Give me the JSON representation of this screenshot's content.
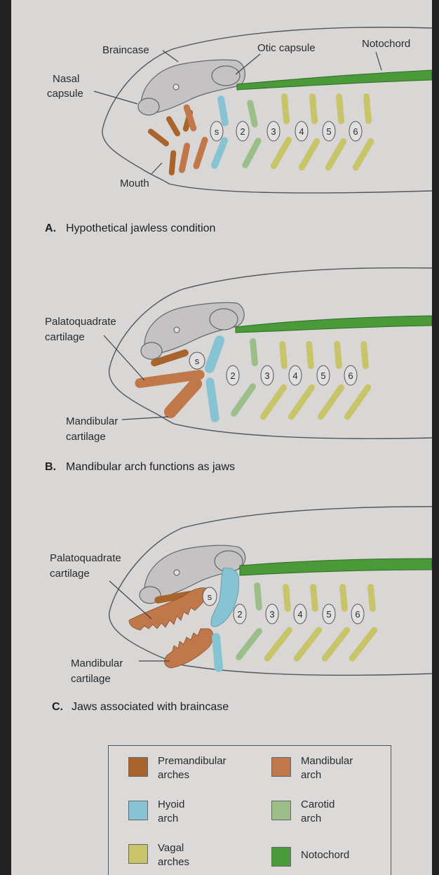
{
  "panels": [
    {
      "letter": "A.",
      "caption": "Hypothetical jawless condition",
      "labels": {
        "braincase": "Braincase",
        "otic": "Otic capsule",
        "notochord": "Notochord",
        "nasal_1": "Nasal",
        "nasal_2": "capsule",
        "mouth": "Mouth"
      },
      "arch_numbers": [
        "s",
        "2",
        "3",
        "4",
        "5",
        "6"
      ]
    },
    {
      "letter": "B.",
      "caption": "Mandibular arch functions as jaws",
      "labels": {
        "palato_1": "Palatoquadrate",
        "palato_2": "cartilage",
        "mand_1": "Mandibular",
        "mand_2": "cartilage"
      },
      "arch_numbers": [
        "s",
        "2",
        "3",
        "4",
        "5",
        "6"
      ]
    },
    {
      "letter": "C.",
      "caption": "Jaws associated with braincase",
      "labels": {
        "palato_1": "Palatoquadrate",
        "palato_2": "cartilage",
        "mand_1": "Mandibular",
        "mand_2": "cartilage"
      },
      "arch_numbers": [
        "s",
        "2",
        "3",
        "4",
        "5",
        "6"
      ]
    }
  ],
  "legend": [
    {
      "label": "Premandibular\narches",
      "color": "#a8642a"
    },
    {
      "label": "Mandibular\narch",
      "color": "#c0774a"
    },
    {
      "label": "Hyoid\narch",
      "color": "#86c4d4"
    },
    {
      "label": "Carotid\narch",
      "color": "#9cbf8a"
    },
    {
      "label": "Vagal\narches",
      "color": "#c8c46a"
    },
    {
      "label": "Notochord",
      "color": "#4a9a3a"
    }
  ],
  "colors": {
    "premandibular": "#a8642a",
    "mandibular": "#c0774a",
    "hyoid": "#86c4d4",
    "carotid": "#9cbf8a",
    "vagal": "#c8c46a",
    "notochord": "#4a9a3a",
    "braincase": "#c4c2c2"
  }
}
